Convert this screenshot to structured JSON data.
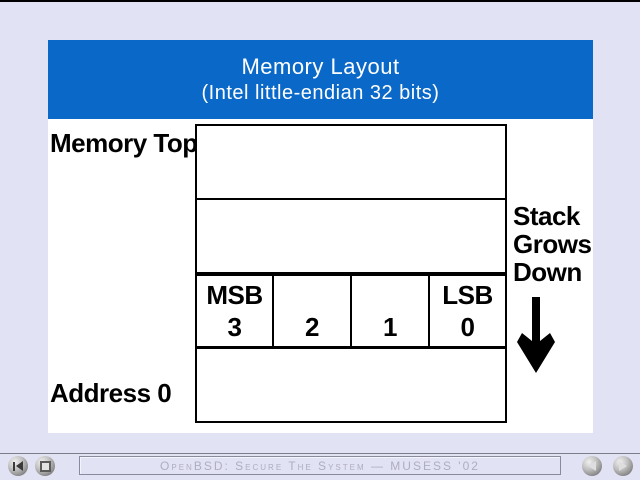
{
  "slide": {
    "title": "Memory Layout",
    "subtitle": "(Intel little-endian 32 bits)",
    "labels": {
      "memory_top": "Memory Top",
      "address_zero": "Address 0"
    },
    "stack_label": {
      "lines": [
        "Stack",
        "Grows",
        "Down"
      ]
    },
    "byte_row": {
      "cells": [
        {
          "tag": "MSB",
          "digit": "3"
        },
        {
          "tag": "",
          "digit": "2"
        },
        {
          "tag": "",
          "digit": "1"
        },
        {
          "tag": "LSB",
          "digit": "0"
        }
      ]
    },
    "icons": {
      "down_arrow": "down-arrow-icon"
    }
  },
  "footer": {
    "status_text": "OpenBSD: Secure The System — MUSESS '02",
    "buttons": [
      {
        "name": "first",
        "icon": "skip-to-start-icon"
      },
      {
        "name": "stop",
        "icon": "stop-square-icon"
      },
      {
        "name": "prev",
        "icon": "triangle-left-icon"
      },
      {
        "name": "next",
        "icon": "triangle-right-icon"
      }
    ]
  },
  "colors": {
    "page_background": "#e2e2f5",
    "banner_blue": "#0a68c8",
    "banner_text": "#ffffff",
    "slide_background": "#ffffff",
    "diagram_line": "#000000",
    "footer_text": "#aeaebe"
  }
}
